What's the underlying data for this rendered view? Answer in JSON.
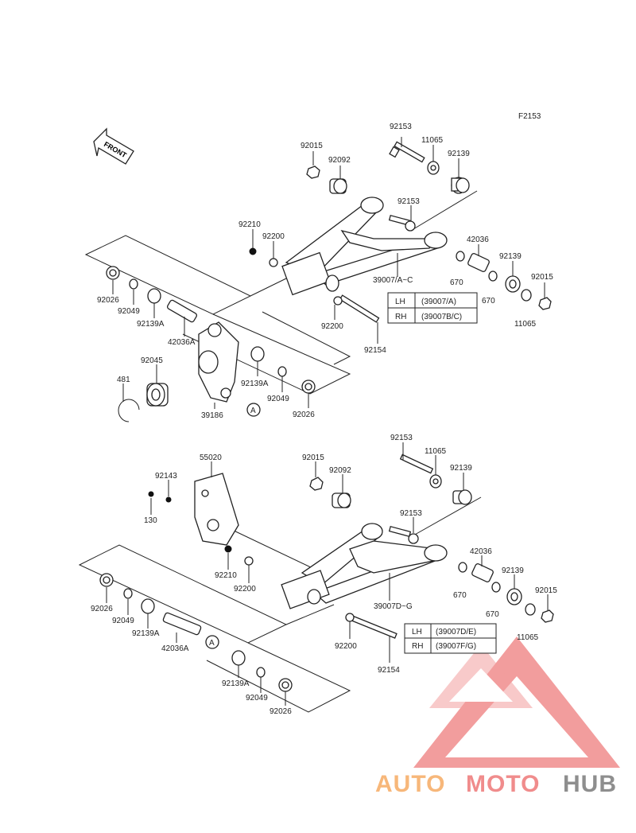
{
  "figure_code": "F2153",
  "front_label": "FRONT",
  "upper_arm": {
    "labels": {
      "p92153": "92153",
      "p11065a": "11065",
      "p92139a": "92139",
      "p92015a": "92015",
      "p92092": "92092",
      "p92153b": "92153",
      "p92210": "92210",
      "p92200": "92200",
      "p42036": "42036",
      "p92139b": "92139",
      "p92015b": "92015",
      "p670a": "670",
      "p670b": "670",
      "p39007": "39007/A~C",
      "p11065b": "11065",
      "p92026a": "92026",
      "p92049a": "92049",
      "p92139Aa": "92139A",
      "p42036A": "42036A",
      "p92200b": "92200",
      "p92154": "92154",
      "p92045": "92045",
      "p481": "481",
      "p92139Ab": "92139A",
      "p92049b": "92049",
      "p39186": "39186",
      "p92026b": "92026",
      "markA": "A"
    },
    "table": [
      {
        "side": "LH",
        "code": "(39007/A)"
      },
      {
        "side": "RH",
        "code": "(39007B/C)"
      }
    ]
  },
  "lower_arm": {
    "labels": {
      "p92153": "92153",
      "p11065a": "11065",
      "p92139a": "92139",
      "p92015a": "92015",
      "p92092": "92092",
      "p55020": "55020",
      "p92143": "92143",
      "p130": "130",
      "p92153b": "92153",
      "p42036": "42036",
      "p92139b": "92139",
      "p92015b": "92015",
      "p92210": "92210",
      "p92200": "92200",
      "p670a": "670",
      "p670b": "670",
      "p39007": "39007D~G",
      "p11065b": "11065",
      "p92026a": "92026",
      "p92049a": "92049",
      "p92139Aa": "92139A",
      "p42036A": "42036A",
      "markA": "A",
      "p92200b": "92200",
      "p92154": "92154",
      "p92139Ab": "92139A",
      "p92049b": "92049",
      "p92026b": "92026"
    },
    "table": [
      {
        "side": "LH",
        "code": "(39007D/E)"
      },
      {
        "side": "RH",
        "code": "(39007F/G)"
      }
    ]
  },
  "watermark": {
    "part1": "AUTO",
    "part2": "MOTO",
    "part3": "HUB",
    "colors": {
      "orange": "#f7b77a",
      "red": "#f08c8c",
      "gray": "#8e8e8e"
    }
  }
}
